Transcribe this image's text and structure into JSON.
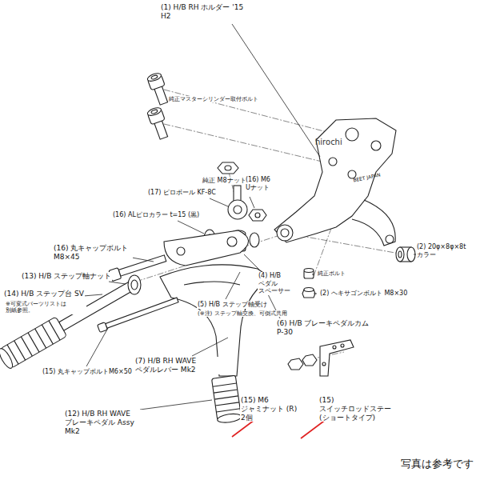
{
  "diagram": {
    "labels": [
      "(1) H/B RH ホルダー '15 H2",
      "純正マスターシリンダー取付ボルト",
      "hirochi",
      "純正 M8ナット",
      "(16) M6 Uナット",
      "(17) ピロボール KF-8C",
      "(16) ALピロカラー t=15 (黒)",
      "(16) 丸キャップボルト M8×45",
      "(13) H/B ステップ軸ナット",
      "(14) H/B ステップ台 SV",
      "※可変式パーツリストは 別紙参照。",
      "(4) H/B ペダル スペーサー",
      "(5) H/B ステップ軸受け",
      "(※注) ステップ軸交換、可倒式共用",
      "(6) H/B ブレーキペダルカム P-30",
      "(2) 20φ×8φ×8t カラー",
      "純正ボルト",
      "(2) ヘキサゴンボルト M8×30",
      "(7) H/B RH WAVE ペダルレバー Mk2",
      "(15) 丸キャップボルトM6×50",
      "(12) H/B RH WAVE ブレーキペダル Assy Mk2",
      "(15) M6 ジャミナット (R) 2個",
      "(15) スイッチロッドステー (ショートタイプ)",
      "写真は参考です",
      "BEET JAPAN"
    ]
  }
}
